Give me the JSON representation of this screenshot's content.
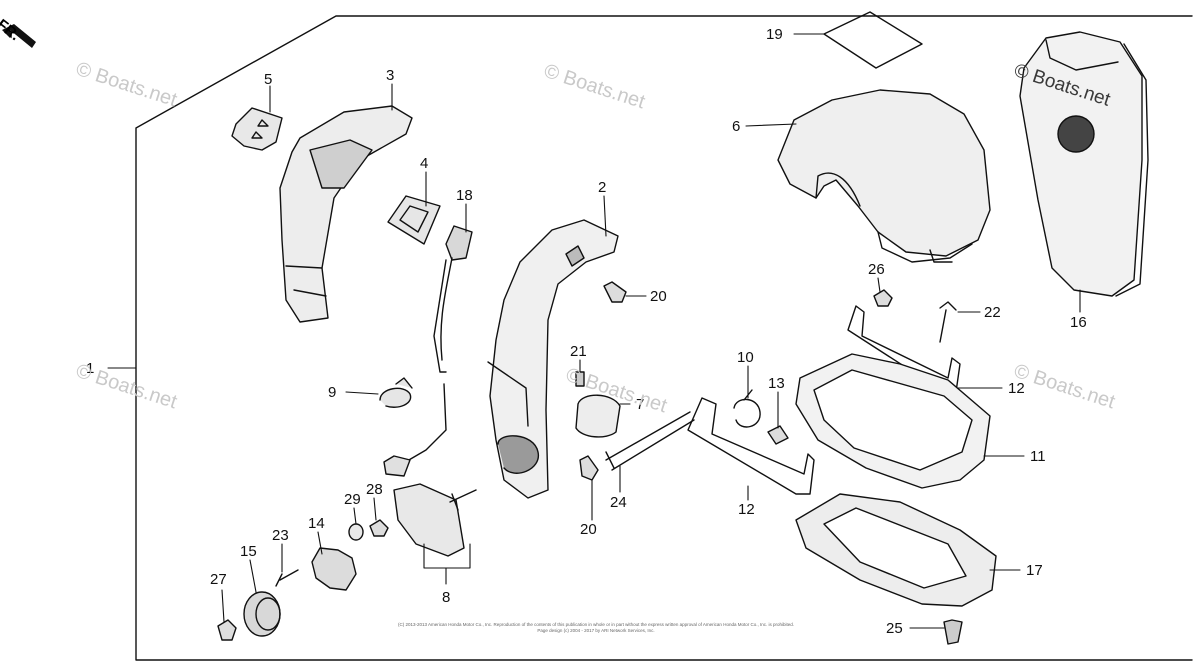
{
  "orientation": {
    "arrow_label": "FR."
  },
  "watermarks": [
    "© Boats.net",
    "© Boats.net",
    "© Boats.net",
    "© Boats.net",
    "© Boats.net",
    "© Boats.net"
  ],
  "copyright": {
    "line1": "(C) 2013-2013 American Honda Motor Co., Inc. Reproduction of the contents of this publication in whole or in part without the express written approval of American Honda Motor Co., Inc. is prohibited.",
    "line2": "Page design (c) 2004 - 2017 by ARI Network Services, Inc."
  },
  "parts": [
    {
      "id": "1",
      "label": "1"
    },
    {
      "id": "2",
      "label": "2"
    },
    {
      "id": "3",
      "label": "3"
    },
    {
      "id": "4",
      "label": "4"
    },
    {
      "id": "5",
      "label": "5"
    },
    {
      "id": "6",
      "label": "6"
    },
    {
      "id": "7",
      "label": "7"
    },
    {
      "id": "8",
      "label": "8"
    },
    {
      "id": "9",
      "label": "9"
    },
    {
      "id": "10",
      "label": "10"
    },
    {
      "id": "11",
      "label": "11"
    },
    {
      "id": "12a",
      "label": "12"
    },
    {
      "id": "12b",
      "label": "12"
    },
    {
      "id": "13",
      "label": "13"
    },
    {
      "id": "14",
      "label": "14"
    },
    {
      "id": "15",
      "label": "15"
    },
    {
      "id": "16",
      "label": "16"
    },
    {
      "id": "17",
      "label": "17"
    },
    {
      "id": "18",
      "label": "18"
    },
    {
      "id": "19",
      "label": "19"
    },
    {
      "id": "20a",
      "label": "20"
    },
    {
      "id": "20b",
      "label": "20"
    },
    {
      "id": "21",
      "label": "21"
    },
    {
      "id": "22",
      "label": "22"
    },
    {
      "id": "23",
      "label": "23"
    },
    {
      "id": "24",
      "label": "24"
    },
    {
      "id": "25",
      "label": "25"
    },
    {
      "id": "26",
      "label": "26"
    },
    {
      "id": "27",
      "label": "27"
    },
    {
      "id": "28",
      "label": "28"
    },
    {
      "id": "29",
      "label": "29"
    }
  ]
}
